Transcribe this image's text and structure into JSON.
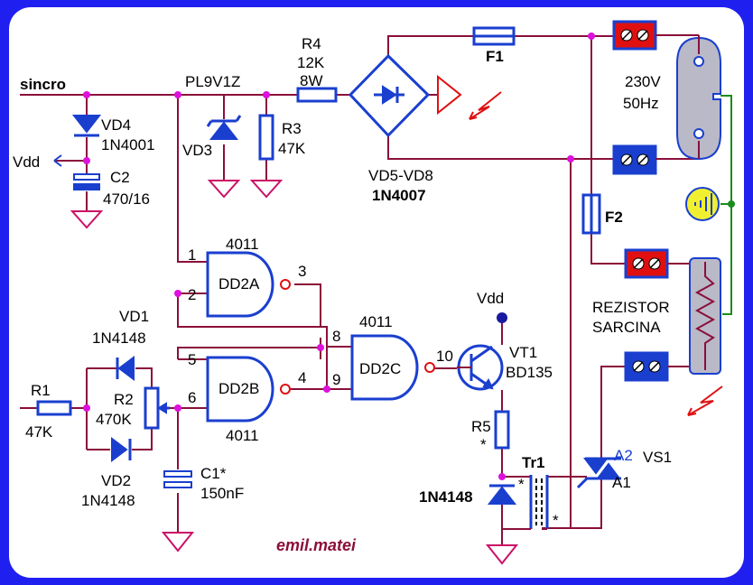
{
  "labels": {
    "sincro": "sincro",
    "vd4": "VD4",
    "vd4_part": "1N4001",
    "vdd_left": "Vdd",
    "c2": "C2",
    "c2_value": "470/16",
    "pl9v1z": "PL9V1Z",
    "vd3": "VD3",
    "r4": "R4",
    "r4_value": "12K",
    "r4_power": "8W",
    "r3": "R3",
    "r3_value": "47K",
    "f1": "F1",
    "f2": "F2",
    "vd5_vd8": "VD5-VD8",
    "bridge_part": "1N4007",
    "mains_voltage": "230V",
    "mains_freq": "50Hz",
    "dd2a_chip": "4011",
    "dd2a": "DD2A",
    "dd2b": "DD2B",
    "dd2b_chip": "4011",
    "dd2c_chip": "4011",
    "dd2c": "DD2C",
    "pin1": "1",
    "pin2": "2",
    "pin3": "3",
    "pin4": "4",
    "pin5": "5",
    "pin6": "6",
    "pin8": "8",
    "pin9": "9",
    "pin10": "10",
    "vd1": "VD1",
    "vd1_part": "1N4148",
    "vd2": "VD2",
    "vd2_part": "1N4148",
    "r1": "R1",
    "r1_value": "47K",
    "r2": "R2",
    "r2_value": "470K",
    "c1": "C1*",
    "c1_value": "150nF",
    "vdd_top": "Vdd",
    "vt1": "VT1",
    "vt1_part": "BD135",
    "r5": "R5",
    "r5_star": "*",
    "tr1": "Tr1",
    "diode_1n4148": "1N4148",
    "a2": "A2",
    "a1": "A1",
    "vs1": "VS1",
    "load_line1": "REZISTOR",
    "load_line2": "SARCINA",
    "star_primary": "*",
    "star_secondary": "*",
    "signature": "emil.matei"
  },
  "colors": {
    "background_frame": "#1f1ff0",
    "wire": "#8b0f3a",
    "component": "#1a3fcf",
    "junction": "#dd10dd",
    "terminal_red": "#e01010",
    "earth_wire": "#1a8c1a"
  }
}
